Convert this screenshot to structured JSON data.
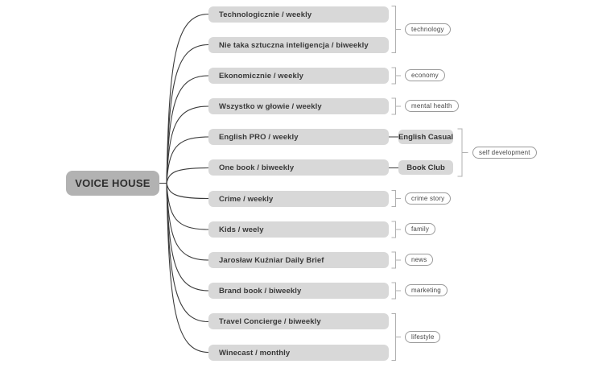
{
  "root": {
    "label": "VOICE HOUSE"
  },
  "branches": [
    {
      "label": "Technologicznie / weekly",
      "category": "technology"
    },
    {
      "label": "Nie taka sztuczna inteligencja / biweekly",
      "category": "technology"
    },
    {
      "label": "Ekonomicznie / weekly",
      "category": "economy"
    },
    {
      "label": "Wszystko w głowie / weekly",
      "category": "mental health"
    },
    {
      "label": "English PRO / weekly",
      "category": "self development",
      "subnode": "English Casual"
    },
    {
      "label": "One book / biweekly",
      "category": "self development",
      "subnode": "Book Club"
    },
    {
      "label": "Crime / weekly",
      "category": "crime story"
    },
    {
      "label": "Kids / weely",
      "category": "family"
    },
    {
      "label": "Jarosław Kuźniar Daily Brief",
      "category": "news"
    },
    {
      "label": "Brand book / biweekly",
      "category": "marketing"
    },
    {
      "label": "Travel Concierge / biweekly",
      "category": "lifestyle"
    },
    {
      "label": "Winecast / monthly",
      "category": "lifestyle"
    }
  ],
  "subnodes": [
    {
      "label": "English Casual"
    },
    {
      "label": "Book Club"
    }
  ],
  "categories": [
    {
      "label": "technology"
    },
    {
      "label": "economy"
    },
    {
      "label": "mental health"
    },
    {
      "label": "self development"
    },
    {
      "label": "crime story"
    },
    {
      "label": "family"
    },
    {
      "label": "news"
    },
    {
      "label": "marketing"
    },
    {
      "label": "lifestyle"
    }
  ],
  "colors": {
    "background": "#ffffff",
    "root_fill": "#b2b2b2",
    "node_fill": "#d8d8d8",
    "node_text": "#383838",
    "connector": "#3b3b3b",
    "bracket": "#b0b0b0",
    "category_border": "#9a9a9a"
  }
}
